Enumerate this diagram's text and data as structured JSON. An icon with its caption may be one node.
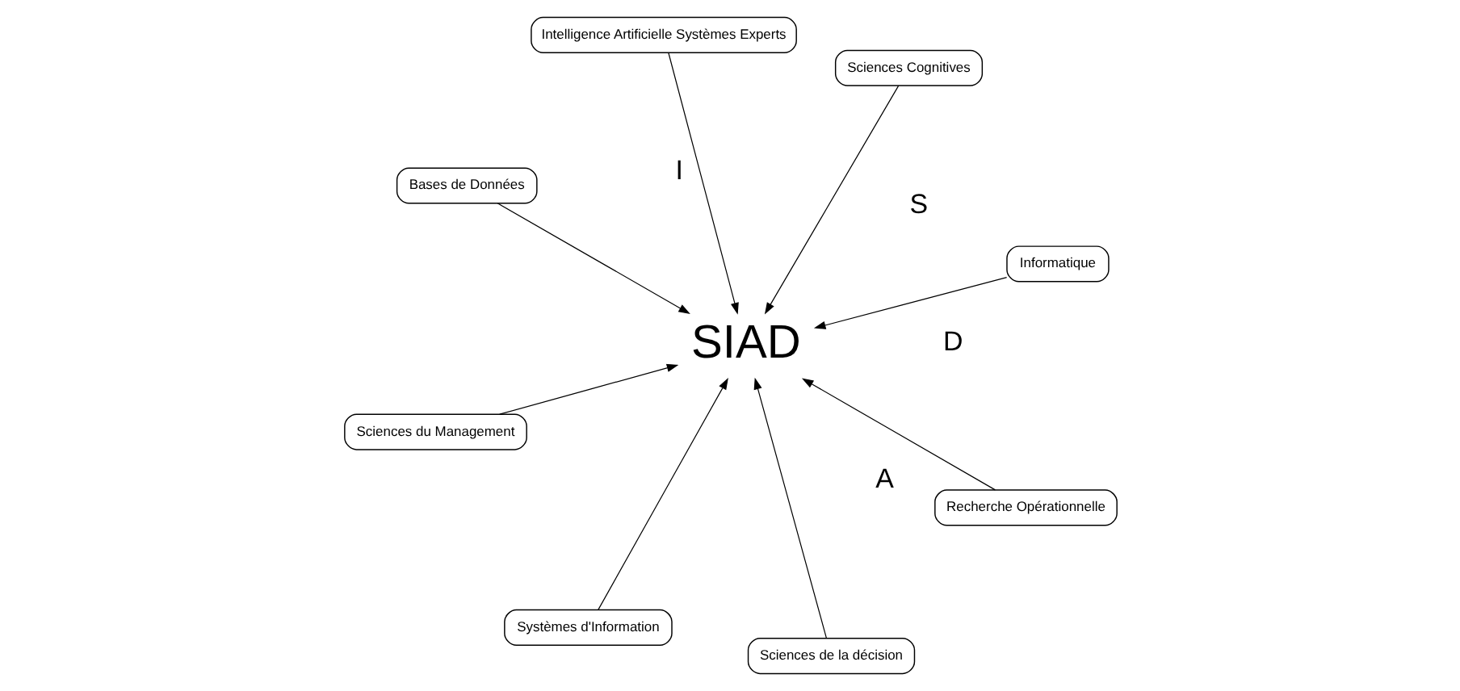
{
  "diagram": {
    "nodes": [
      {
        "text": [
          "SIAD"
        ]
      },
      {
        "text": [
          "Informatique"
        ]
      },
      {
        "text": [
          "Systèmes d'Information"
        ]
      },
      {
        "text": [
          "Bases de Données"
        ]
      },
      {
        "text": [
          "Sciences Cognitives"
        ]
      },
      {
        "text": [
          "Intelligence Artificielle Systèmes Experts"
        ]
      },
      {
        "text": [
          "Sciences du Management"
        ]
      },
      {
        "text": [
          "Recherche Opérationnelle"
        ]
      },
      {
        "text": [
          "Sciences de la décision"
        ]
      }
    ],
    "edges": [
      {
        "from": 1,
        "to": 0,
        "arrow": "to"
      },
      {
        "from": 2,
        "to": 0,
        "arrow": "to"
      },
      {
        "from": 3,
        "to": 0,
        "arrow": "to"
      },
      {
        "from": 4,
        "to": 0,
        "arrow": "to"
      },
      {
        "from": 5,
        "to": 0,
        "arrow": "to"
      },
      {
        "from": 6,
        "to": 0,
        "arrow": "to"
      },
      {
        "from": 7,
        "to": 0,
        "arrow": "to"
      },
      {
        "from": 8,
        "to": 0,
        "arrow": "to"
      }
    ],
    "labels": [
      "S",
      "I",
      "A",
      "D"
    ]
  }
}
